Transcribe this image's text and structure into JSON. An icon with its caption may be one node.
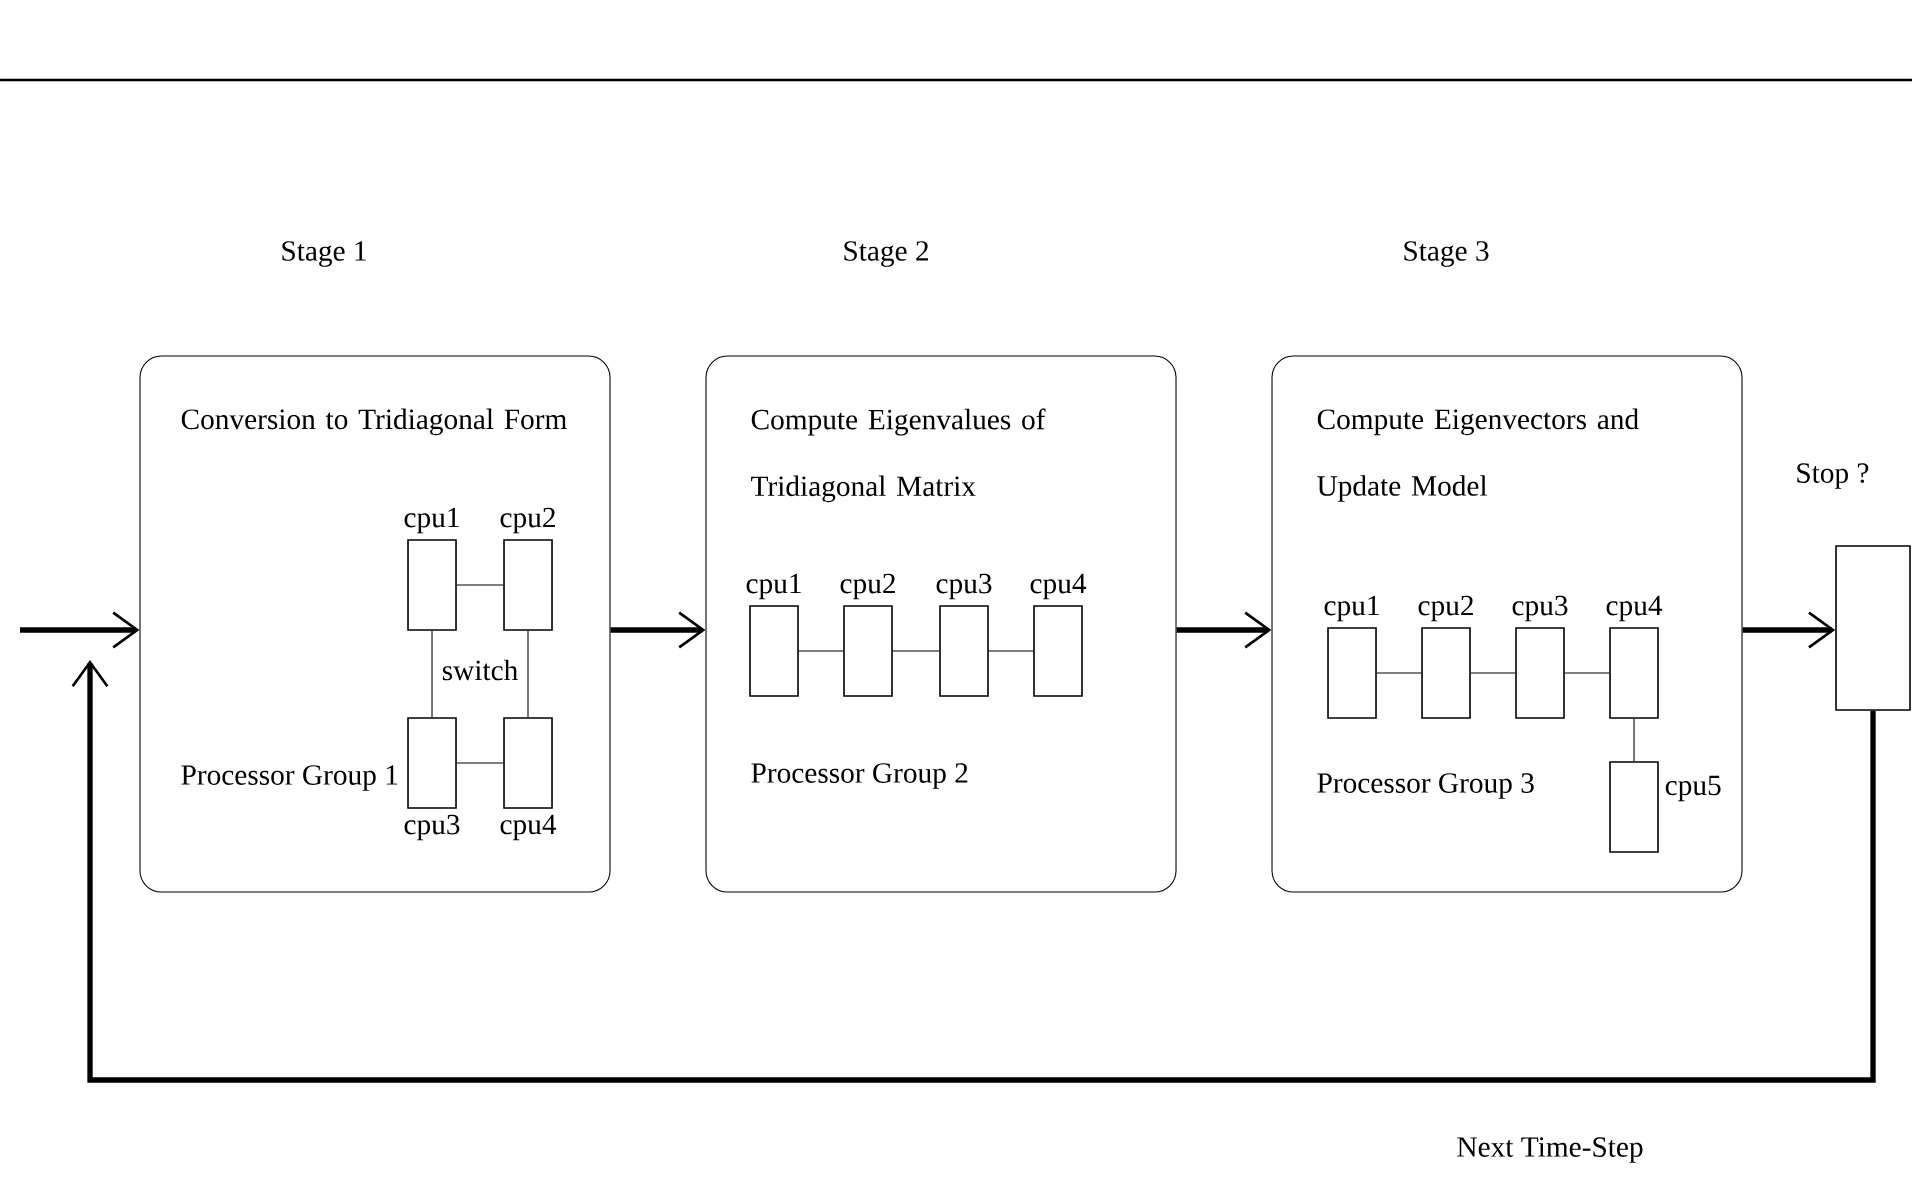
{
  "diagram": {
    "nodes": [
      {
        "text": [
          "Conversion to Tridiagonal Form",
          "Processor Group 1"
        ],
        "beside": [
          "Stage 1"
        ]
      },
      {
        "text": [],
        "shape": "box",
        "in": 0,
        "beside": [
          "cpu1"
        ]
      },
      {
        "text": [],
        "shape": "box",
        "in": 0,
        "beside": [
          "cpu2"
        ]
      },
      {
        "text": [],
        "shape": "box",
        "in": 0,
        "beside": [
          "cpu3"
        ]
      },
      {
        "text": [],
        "shape": "box",
        "in": 0,
        "beside": [
          "cpu4"
        ]
      },
      {
        "text": [
          "Compute Eigenvalues of Tridiagonal Matrix",
          "Processor Group 2"
        ],
        "beside": [
          "Stage 2"
        ]
      },
      {
        "text": [],
        "shape": "box",
        "in": 5,
        "beside": [
          "cpu1"
        ]
      },
      {
        "text": [],
        "shape": "box",
        "in": 5,
        "beside": [
          "cpu2"
        ]
      },
      {
        "text": [],
        "shape": "box",
        "in": 5,
        "beside": [
          "cpu3"
        ]
      },
      {
        "text": [],
        "shape": "box",
        "in": 5,
        "beside": [
          "cpu4"
        ]
      },
      {
        "text": [
          "Compute Eigenvectors and Update Model",
          "Processor Group 3"
        ],
        "beside": [
          "Stage 3"
        ]
      },
      {
        "text": [],
        "shape": "box",
        "in": 10,
        "beside": [
          "cpu1"
        ]
      },
      {
        "text": [],
        "shape": "box",
        "in": 10,
        "beside": [
          "cpu2"
        ]
      },
      {
        "text": [],
        "shape": "box",
        "in": 10,
        "beside": [
          "cpu3"
        ]
      },
      {
        "text": [],
        "shape": "box",
        "in": 10,
        "beside": [
          "cpu4"
        ]
      },
      {
        "text": [],
        "shape": "box",
        "in": 10,
        "beside": [
          "cpu5"
        ]
      },
      {
        "text": [],
        "shape": "box",
        "beside": [
          "Stop ?"
        ]
      }
    ],
    "edges": [
      {
        "from": null,
        "to": 0,
        "arrow": "to",
        "style": "thick"
      },
      {
        "from": 0,
        "to": 5,
        "arrow": "to",
        "style": "thick"
      },
      {
        "from": 5,
        "to": 10,
        "arrow": "to",
        "style": "thick"
      },
      {
        "from": 10,
        "to": 16,
        "arrow": "to",
        "style": "thick"
      },
      {
        "from": 16,
        "to": null,
        "arrow": "to",
        "style": "thick",
        "label": "Next Time-Step"
      },
      {
        "from": 1,
        "to": 2,
        "arrow": "none"
      },
      {
        "from": 3,
        "to": 4,
        "arrow": "none"
      },
      {
        "from": 1,
        "to": 3,
        "arrow": "none"
      },
      {
        "from": 2,
        "to": 4,
        "arrow": "none"
      },
      {
        "from": 6,
        "to": 7,
        "arrow": "none"
      },
      {
        "from": 7,
        "to": 8,
        "arrow": "none"
      },
      {
        "from": 8,
        "to": 9,
        "arrow": "none"
      },
      {
        "from": 11,
        "to": 12,
        "arrow": "none"
      },
      {
        "from": 12,
        "to": 13,
        "arrow": "none"
      },
      {
        "from": 13,
        "to": 14,
        "arrow": "none"
      },
      {
        "from": 14,
        "to": 15,
        "arrow": "none"
      }
    ],
    "labels": [
      "switch"
    ]
  }
}
